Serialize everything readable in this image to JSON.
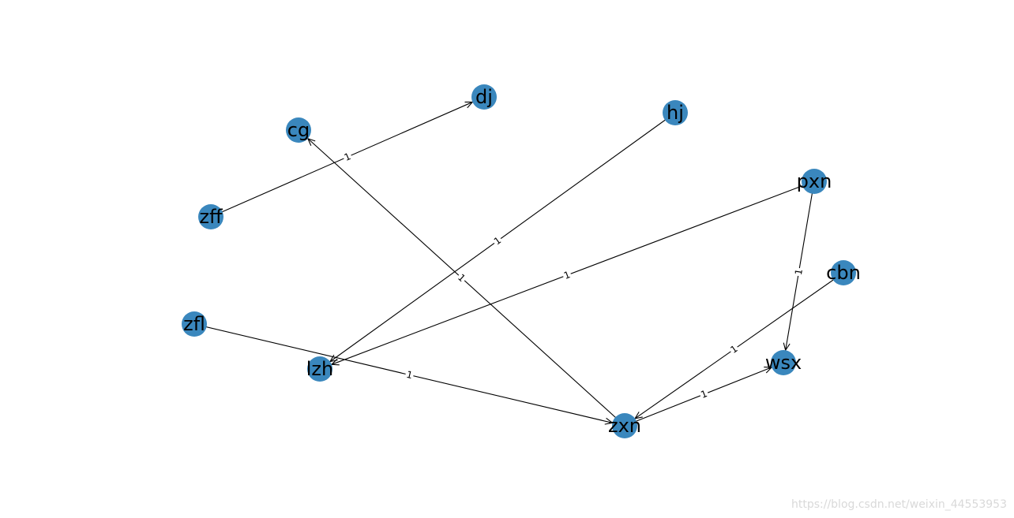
{
  "graph": {
    "directed": true,
    "node_color": "#3a87bd",
    "edge_color": "#000000",
    "nodes": [
      "dj",
      "cg",
      "hj",
      "zff",
      "pxn",
      "cbn",
      "zfl",
      "lzh",
      "wsx",
      "zxn"
    ],
    "edges": [
      {
        "source": "zff",
        "target": "dj",
        "weight": "1"
      },
      {
        "source": "zxn",
        "target": "cg",
        "weight": "1"
      },
      {
        "source": "hj",
        "target": "lzh",
        "weight": "1"
      },
      {
        "source": "pxn",
        "target": "lzh",
        "weight": "1"
      },
      {
        "source": "pxn",
        "target": "wsx",
        "weight": "1"
      },
      {
        "source": "cbn",
        "target": "zxn",
        "weight": "1"
      },
      {
        "source": "zfl",
        "target": "zxn",
        "weight": "1"
      },
      {
        "source": "zxn",
        "target": "wsx",
        "weight": "1"
      }
    ]
  },
  "watermark": "https://blog.csdn.net/weixin_44553953"
}
